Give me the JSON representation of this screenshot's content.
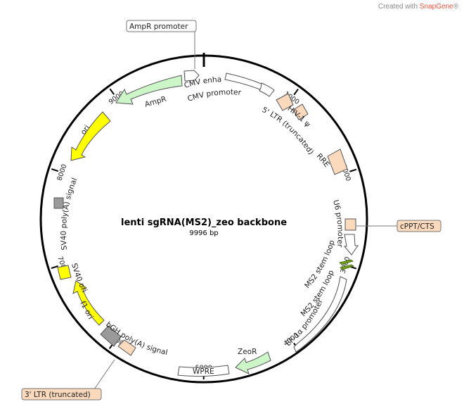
{
  "watermark": {
    "prefix": "Created with ",
    "brand": "SnapGene",
    "suffix": "®"
  },
  "plasmid": {
    "name": "lenti sgRNA(MS2)_zeo backbone",
    "size_label": "9996 bp",
    "total_bp": 9996
  },
  "ticks": [
    {
      "bp": 1000,
      "label": "1000"
    },
    {
      "bp": 2000,
      "label": "2000"
    },
    {
      "bp": 3000,
      "label": "3000"
    },
    {
      "bp": 4000,
      "label": "4000"
    },
    {
      "bp": 5000,
      "label": "5000"
    },
    {
      "bp": 6000,
      "label": "6000"
    },
    {
      "bp": 7000,
      "label": "7000"
    },
    {
      "bp": 8000,
      "label": "8000"
    },
    {
      "bp": 9000,
      "label": "9000"
    }
  ],
  "labels": {
    "cmv_enhancer": "CMV enhancer",
    "cmv_promoter": "CMV promoter",
    "ltr5": "5' LTR (truncated)",
    "hiv_psi": "HIV-1 ψ",
    "rre": "RRE",
    "u6": "U6 promoter",
    "ms2_1": "MS2 stem loop",
    "ms2_2": "MS2 stem loop",
    "ef1a": "EF-1α promoter",
    "zeor": "ZeoR",
    "wpre": "WPRE",
    "bgh": "bGH poly(A) signal",
    "f1ori": "f1 ori",
    "sv40ori": "SV40 ori",
    "sv40polya": "SV40 poly(A) signal",
    "ori": "ori",
    "ampr": "AmpR"
  },
  "callouts": {
    "ampr_promoter": "AmpR promoter",
    "cppt": "cPPT/CTS",
    "ltr3": "3' LTR (truncated)"
  },
  "colors": {
    "promoter": "#ffffff",
    "ltr": "#fbd9bd",
    "ori": "#ffff00",
    "resistance": "#ccf5c8",
    "polya": "#9a9a9a",
    "stemloop": "#74a21a",
    "callout_fill": "#fbd9bd"
  }
}
